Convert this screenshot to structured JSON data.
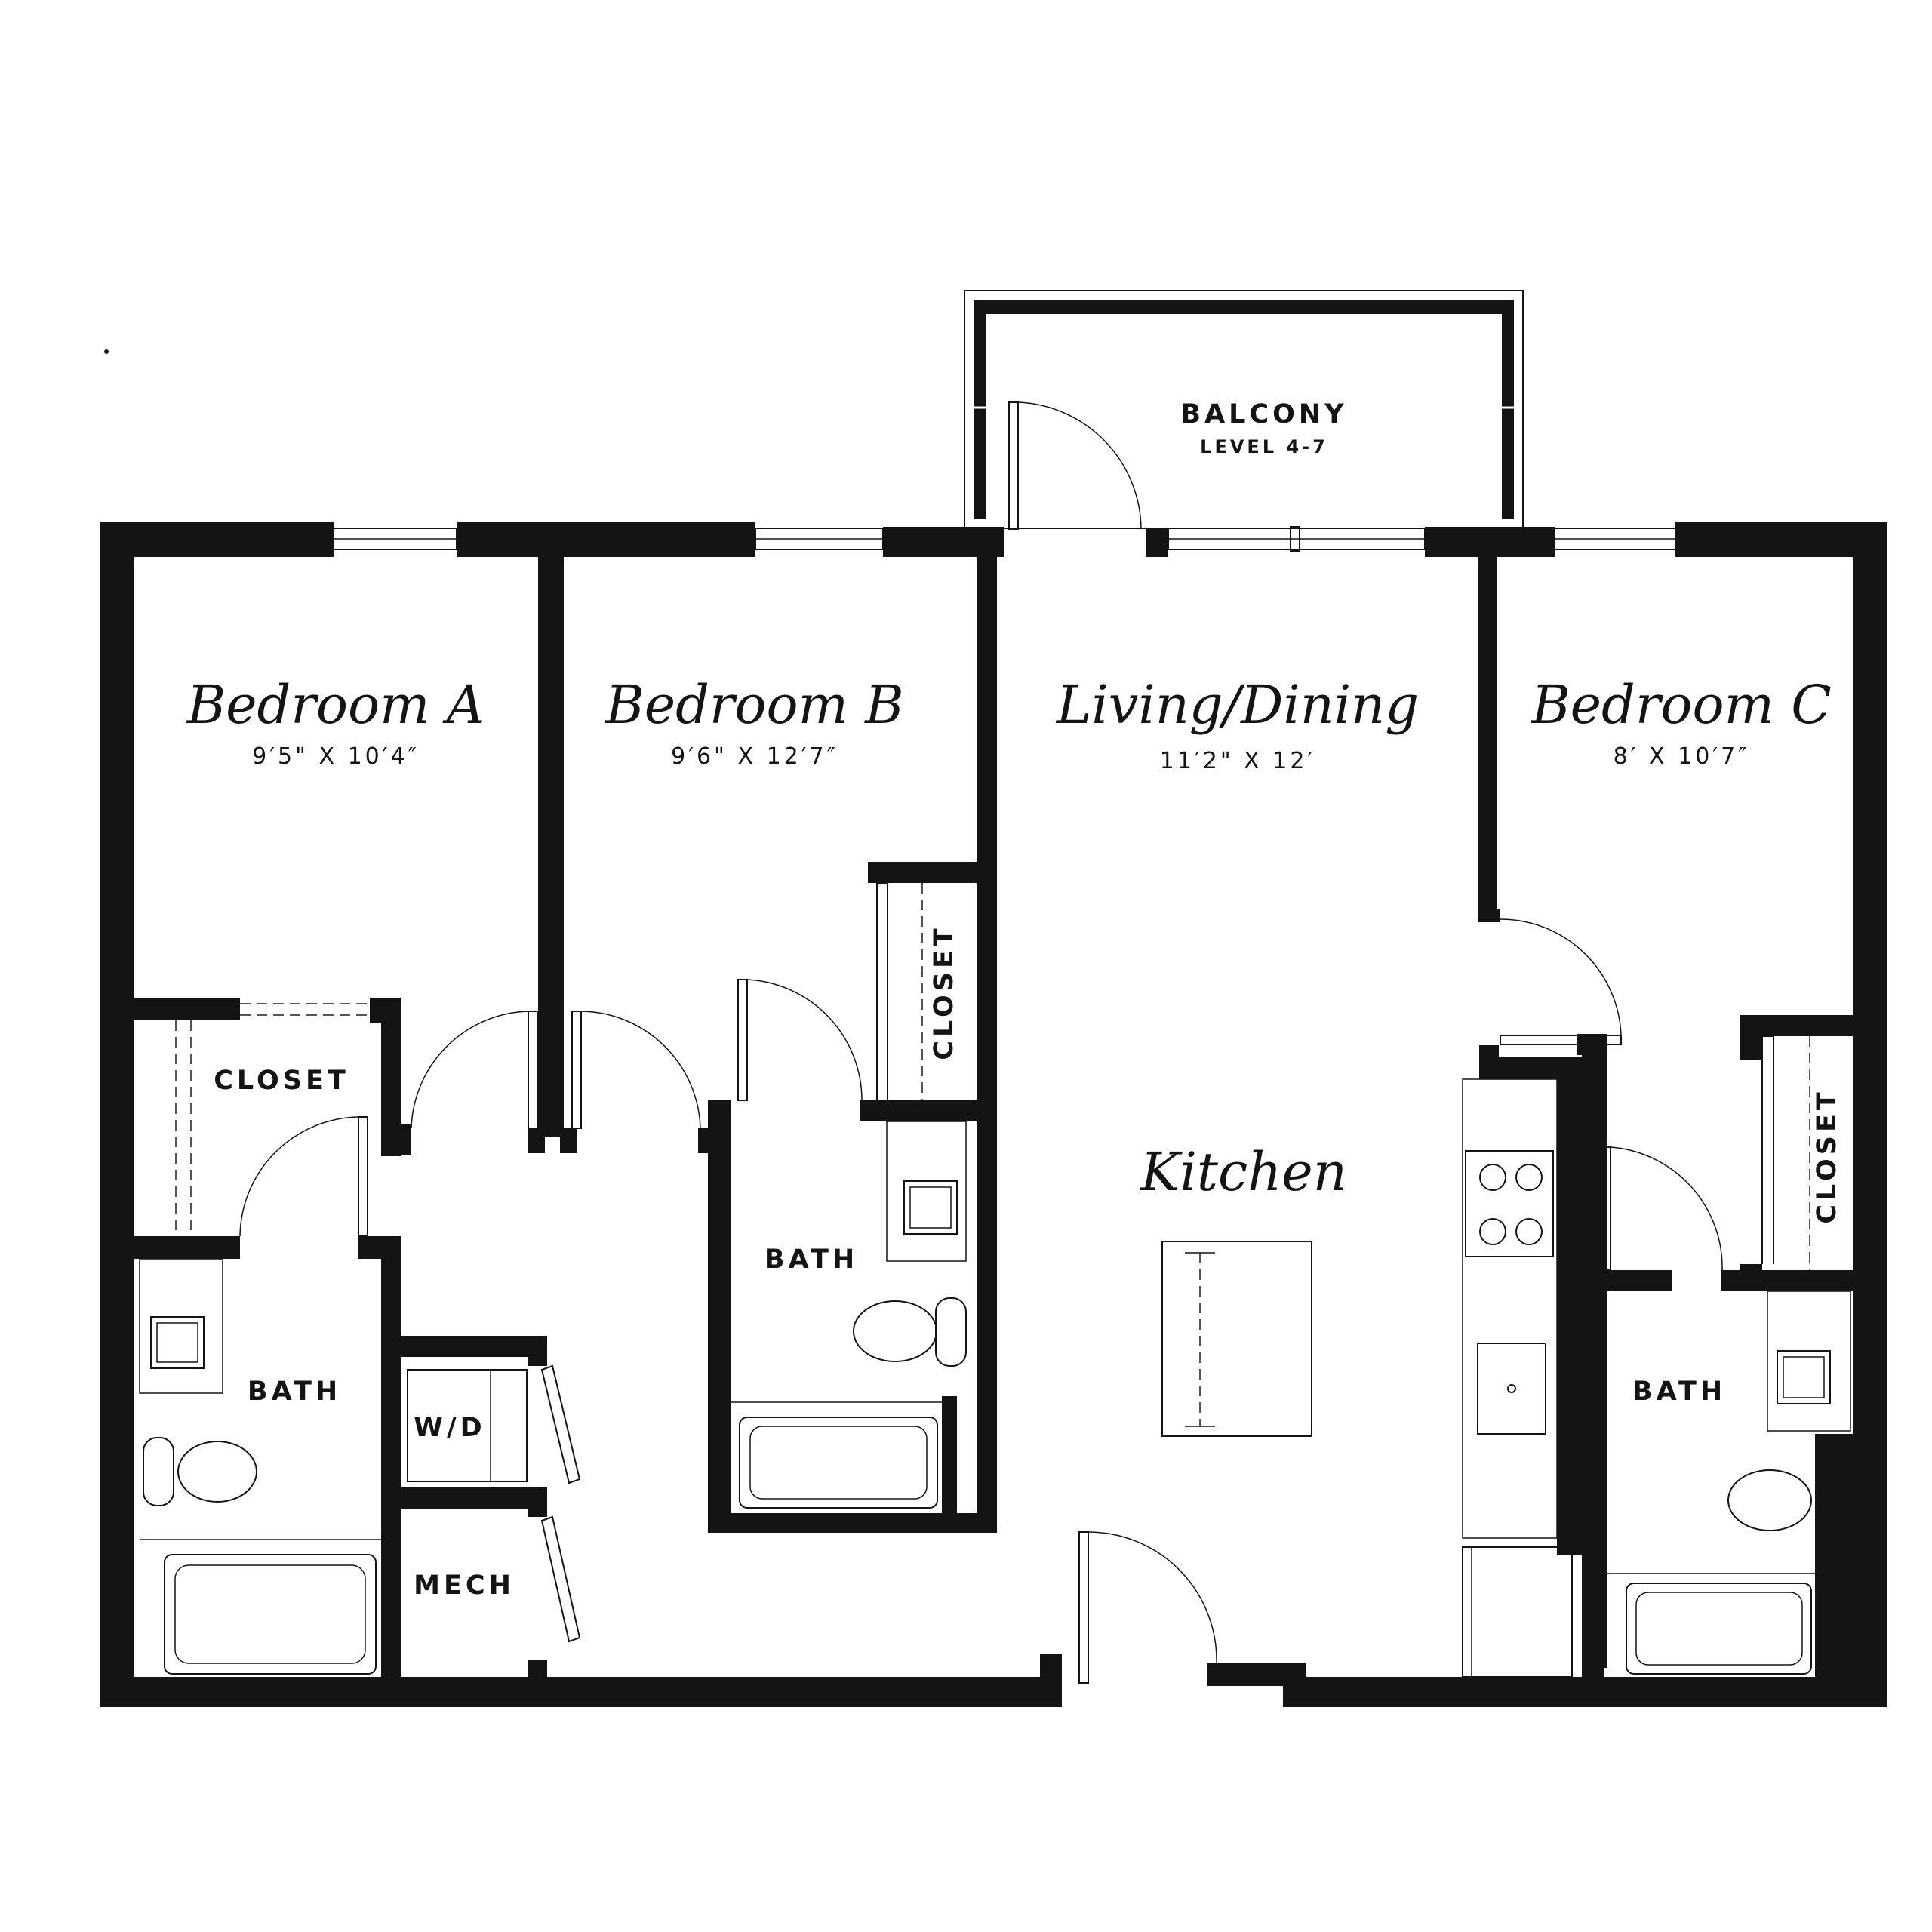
{
  "rooms": {
    "bedroom_a": {
      "name": "Bedroom A",
      "dims": "9′5\" X 10′4″"
    },
    "bedroom_b": {
      "name": "Bedroom B",
      "dims": "9′6\" X 12′7″"
    },
    "living": {
      "name": "Living/Dining",
      "dims": "11′2\" X 12′"
    },
    "bedroom_c": {
      "name": "Bedroom C",
      "dims": "8′ X 10′7″"
    },
    "kitchen": {
      "name": "Kitchen"
    }
  },
  "labels": {
    "balcony": "BALCONY",
    "balcony_level": "LEVEL 4-7",
    "closet_a": "CLOSET",
    "closet_b": "CLOSET",
    "closet_c": "CLOSET",
    "bath_a": "BATH",
    "bath_b": "BATH",
    "bath_c": "BATH",
    "wd": "W/D",
    "mech": "MECH"
  }
}
